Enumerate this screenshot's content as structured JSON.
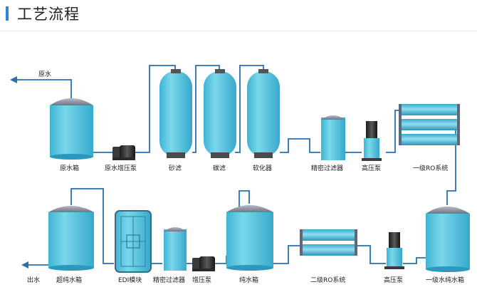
{
  "title": "工艺流程",
  "labels": {
    "raw_water_in": "原水",
    "raw_water_tank": "原水箱",
    "raw_booster_pump": "原水增压泵",
    "sand_filter": "砂滤",
    "carbon_filter": "碳滤",
    "softener": "软化器",
    "precision_filter_1": "精密过滤器",
    "high_pressure_pump_1": "高压泵",
    "ro_stage1": "一级RO系统",
    "ro_stage1_tank": "一级水纯水箱",
    "high_pressure_pump_2": "高压泵",
    "ro_stage2": "二级RO系统",
    "pure_water_tank": "纯水箱",
    "booster_pump_2": "增压泵",
    "precision_filter_2": "精密过滤器",
    "edi_module": "EDI模块",
    "ultrapure_tank": "超纯水箱",
    "water_out": "出水"
  },
  "colors": {
    "accent": "#2f86d6",
    "tank": "#5cc6de",
    "tank_top": "#8a8fa2",
    "pipe": "#2a6fb0"
  }
}
